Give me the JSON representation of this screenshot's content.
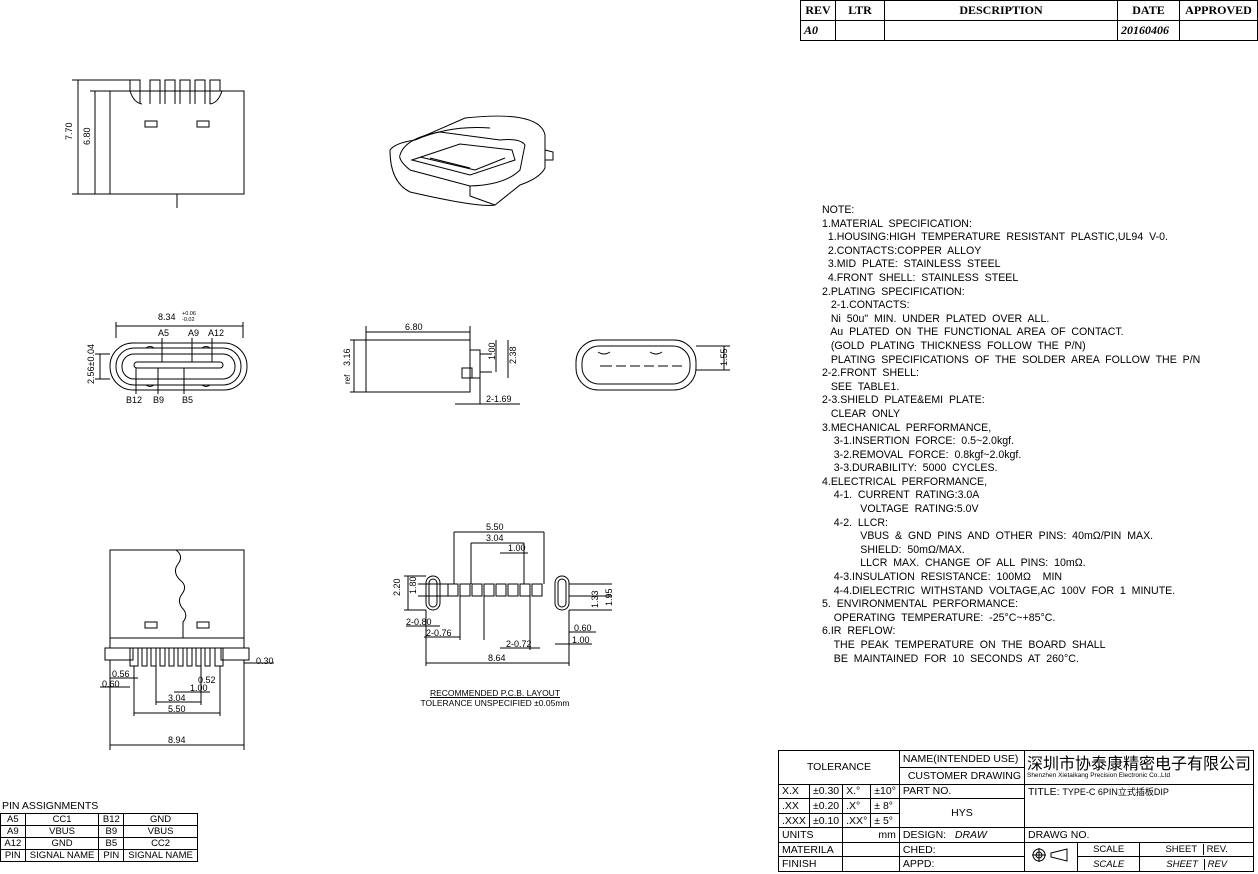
{
  "revision_table": {
    "headers": [
      "REV",
      "LTR",
      "DESCRIPTION",
      "DATE",
      "APPROVED"
    ],
    "rows": [
      [
        "A0",
        "",
        "",
        "20160406",
        ""
      ]
    ]
  },
  "dimensions": {
    "height_total": "7.70",
    "height_body": "6.80",
    "width_opening": "8.34",
    "width_tol_plus": "+0.06",
    "width_tol_minus": "-0.02",
    "opening_height": "2.56±0.04",
    "pin_a5": "A5",
    "pin_a9": "A9",
    "pin_a12": "A12",
    "pin_b12": "B12",
    "pin_b9": "B9",
    "pin_b5": "B5",
    "side_depth": "6.80",
    "side_3_16": "3.16",
    "side_ref": "ref",
    "side_1_00": "1.00",
    "side_2_38": "2.38",
    "side_2_169": "2-1.69",
    "end_1_55": "1.55",
    "bottom_0_30": "0.30",
    "bottom_0_56": "0.56",
    "bottom_0_60": "0.60",
    "bottom_0_52": "0.52",
    "bottom_1_00": "1.00",
    "bottom_3_04": "3.04",
    "bottom_5_50": "5.50",
    "bottom_8_94": "8.94",
    "pcb_5_50": "5.50",
    "pcb_3_04": "3.04",
    "pcb_1_00": "1.00",
    "pcb_2_20": "2.20",
    "pcb_1_80": "1.80",
    "pcb_1_33": "1.33",
    "pcb_1_95": "1.95",
    "pcb_2_080": "2-0.80",
    "pcb_2_076": "2-0.76",
    "pcb_2_072": "2-0.72",
    "pcb_0_60": "0.60",
    "pcb_1_00b": "1.00",
    "pcb_8_64": "8.64"
  },
  "pcb_caption": {
    "line1": "RECOMMENDED  P.C.B. LAYOUT",
    "line2": "TOLERANCE UNSPECIFIED ±0.05mm"
  },
  "notes": [
    "NOTE:",
    "1.MATERIAL  SPECIFICATION:",
    "  1.HOUSING:HIGH  TEMPERATURE  RESISTANT  PLASTIC,UL94  V-0.",
    "  2.CONTACTS:COPPER  ALLOY",
    "  3.MID  PLATE:  STAINLESS  STEEL",
    "  4.FRONT  SHELL:  STAINLESS  STEEL",
    "2.PLATING  SPECIFICATION:",
    "   2-1.CONTACTS:",
    "   Ni  50u\"  MIN.  UNDER  PLATED  OVER  ALL.",
    "   Au  PLATED  ON  THE  FUNCTIONAL  AREA  OF  CONTACT.",
    "   (GOLD  PLATING  THICKNESS  FOLLOW  THE  P/N)",
    "   PLATING  SPECIFICATIONS  OF  THE  SOLDER  AREA  FOLLOW  THE  P/N",
    "2-2.FRONT  SHELL:",
    "   SEE  TABLE1.",
    "2-3.SHIELD  PLATE&EMI  PLATE:",
    "   CLEAR  ONLY",
    "3.MECHANICAL  PERFORMANCE,",
    "    3-1.INSERTION  FORCE:  0.5~2.0kgf.",
    "    3-2.REMOVAL  FORCE:  0.8kgf~2.0kgf.",
    "    3-3.DURABILITY:  5000  CYCLES.",
    "4.ELECTRICAL  PERFORMANCE,",
    "    4-1.  CURRENT  RATING:3.0A",
    "             VOLTAGE  RATING:5.0V",
    "    4-2.  LLCR:",
    "             VBUS  &  GND  PINS  AND  OTHER  PINS:  40mΩ/PIN  MAX.",
    "             SHIELD:  50mΩ/MAX.",
    "             LLCR  MAX.  CHANGE  OF  ALL  PINS:  10mΩ.",
    "    4-3.INSULATION  RESISTANCE:  100MΩ    MIN",
    "    4-4.DIELECTRIC  WITHSTAND  VOLTAGE,AC  100V  FOR  1  MINUTE.",
    "5.  ENVIRONMENTAL  PERFORMANCE:",
    "    OPERATING  TEMPERATURE:  -25°C~+85°C.",
    "6.IR  REFLOW:",
    "    THE  PEAK  TEMPERATURE  ON  THE  BOARD  SHALL",
    "    BE  MAINTAINED  FOR  10  SECONDS  AT  260°C."
  ],
  "title_block": {
    "tolerance_label": "TOLERANCE",
    "tol_xx_label": "X.X",
    "tol_xx_val": "±0.30",
    "tol_xx_ang": "X.°",
    "tol_xx_angval": "±10°",
    "tol_xxx_label": ".XX",
    "tol_xxx_val": "±0.20",
    "tol_xxx_ang": ".X°",
    "tol_xxx_angval": "±  8°",
    "tol_xxxx_label": ".XXX",
    "tol_xxxx_val": "±0.10",
    "tol_xxxx_ang": ".XX°",
    "tol_xxxx_angval": "±  5°",
    "units_label": "UNITS",
    "units_val": "mm",
    "material_label": "MATERILA",
    "finish_label": "FINISH",
    "name_label": "NAME(INTENDED  USE)",
    "name_val": "CUSTOMER  DRAWING",
    "part_label": "PART  NO.",
    "part_val": "HYS",
    "design_label": "DESIGN:",
    "design_val": "DRAW",
    "ched_label": "CHED:",
    "appd_label": "APPD:",
    "company_cn": "深圳市协泰康精密电子有限公司",
    "company_en": "Shenzhen Xietaikang Precision Electronic Co.,Ltd",
    "title_label": "TITLE:",
    "title_val": "TYPE-C  6PIN立式插板DIP",
    "drawg_label": "DRAWG  NO.",
    "scale_label": "SCALE",
    "sheet_label": "SHEET",
    "rev_label": "REV.",
    "scale_val": "SCALE",
    "sheet_val": "SHEET",
    "rev_val": "REV"
  },
  "pin_assignments": {
    "title": "PIN  ASSIGNMENTS",
    "rows": [
      [
        "A5",
        "CC1",
        "B12",
        "GND"
      ],
      [
        "A9",
        "VBUS",
        "B9",
        "VBUS"
      ],
      [
        "A12",
        "GND",
        "B5",
        "CC2"
      ]
    ],
    "footer": [
      "PIN",
      "SIGNAL  NAME",
      "PIN",
      "SIGNAL  NAME"
    ]
  }
}
